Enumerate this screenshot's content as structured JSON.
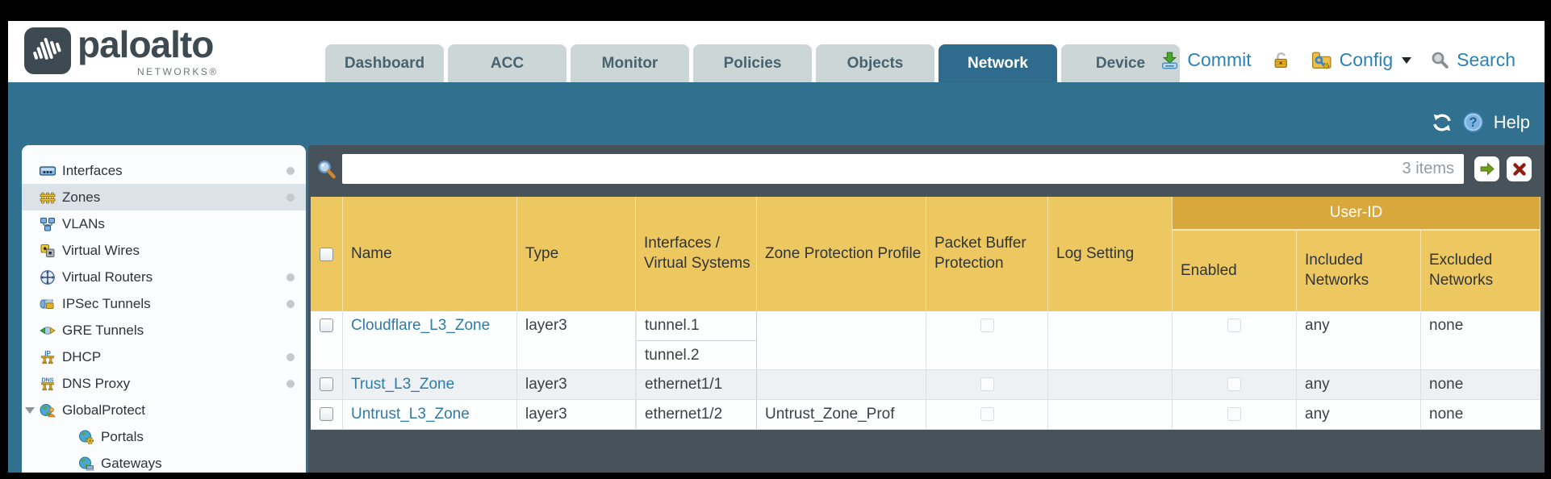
{
  "brand": {
    "name": "paloalto",
    "subtitle": "NETWORKS®"
  },
  "nav_tabs": [
    {
      "label": "Dashboard",
      "active": false
    },
    {
      "label": "ACC",
      "active": false
    },
    {
      "label": "Monitor",
      "active": false
    },
    {
      "label": "Policies",
      "active": false
    },
    {
      "label": "Objects",
      "active": false
    },
    {
      "label": "Network",
      "active": true
    },
    {
      "label": "Device",
      "active": false
    }
  ],
  "header_actions": {
    "commit_label": "Commit",
    "config_label": "Config",
    "search_label": "Search"
  },
  "toolbar": {
    "help_label": "Help"
  },
  "sidebar": {
    "items": [
      {
        "label": "Interfaces",
        "icon": "interfaces-icon",
        "dot": true
      },
      {
        "label": "Zones",
        "icon": "zones-icon",
        "dot": true,
        "selected": true
      },
      {
        "label": "VLANs",
        "icon": "vlans-icon"
      },
      {
        "label": "Virtual Wires",
        "icon": "virtual-wires-icon"
      },
      {
        "label": "Virtual Routers",
        "icon": "virtual-routers-icon",
        "dot": true
      },
      {
        "label": "IPSec Tunnels",
        "icon": "ipsec-tunnels-icon",
        "dot": true
      },
      {
        "label": "GRE Tunnels",
        "icon": "gre-tunnels-icon"
      },
      {
        "label": "DHCP",
        "icon": "dhcp-icon",
        "dot": true
      },
      {
        "label": "DNS Proxy",
        "icon": "dns-proxy-icon",
        "dot": true
      },
      {
        "label": "GlobalProtect",
        "icon": "globalprotect-icon",
        "expanded": true,
        "children": [
          {
            "label": "Portals",
            "icon": "portals-icon"
          },
          {
            "label": "Gateways",
            "icon": "gateways-icon"
          }
        ]
      }
    ]
  },
  "filter": {
    "value": "",
    "items_count": "3 items"
  },
  "table": {
    "group_header": "User-ID",
    "columns": [
      "Name",
      "Type",
      "Interfaces / Virtual Systems",
      "Zone Protection Profile",
      "Packet Buffer Protection",
      "Log Setting",
      "Enabled",
      "Included Networks",
      "Excluded Networks"
    ],
    "rows": [
      {
        "name": "Cloudflare_L3_Zone",
        "type": "layer3",
        "interfaces": [
          "tunnel.1",
          "tunnel.2"
        ],
        "zone_protection_profile": "",
        "log_setting": "",
        "included_networks": "any",
        "excluded_networks": "none"
      },
      {
        "name": "Trust_L3_Zone",
        "type": "layer3",
        "interfaces": [
          "ethernet1/1"
        ],
        "zone_protection_profile": "",
        "log_setting": "",
        "included_networks": "any",
        "excluded_networks": "none"
      },
      {
        "name": "Untrust_L3_Zone",
        "type": "layer3",
        "interfaces": [
          "ethernet1/2"
        ],
        "zone_protection_profile": "Untrust_Zone_Prof",
        "log_setting": "",
        "included_networks": "any",
        "excluded_networks": "none"
      }
    ]
  }
}
